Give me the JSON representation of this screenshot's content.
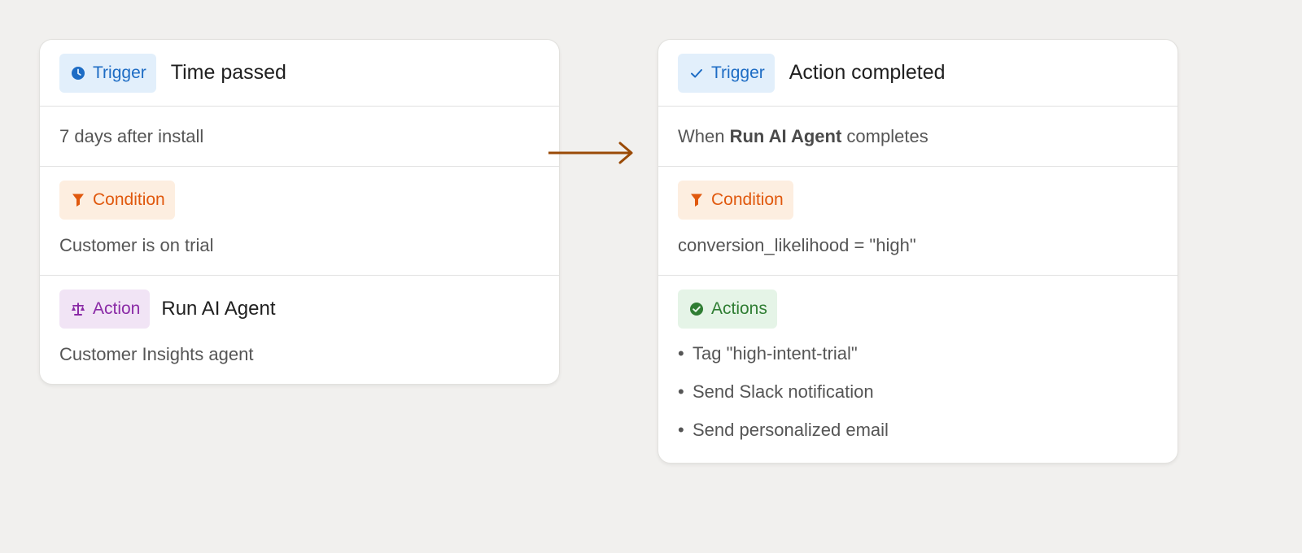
{
  "cards": [
    {
      "trigger": {
        "badge": "Trigger",
        "title": "Time passed",
        "icon": "clock-icon"
      },
      "description": {
        "text": "7 days after install"
      },
      "condition": {
        "badge": "Condition",
        "text": "Customer is on trial",
        "icon": "filter-icon"
      },
      "action": {
        "badge": "Action",
        "title": "Run AI Agent",
        "text": "Customer Insights agent",
        "icon": "agent-icon"
      }
    },
    {
      "trigger": {
        "badge": "Trigger",
        "title": "Action completed",
        "icon": "check-icon"
      },
      "description": {
        "prefix": "When",
        "bold": "Run AI Agent",
        "suffix": "completes"
      },
      "condition": {
        "badge": "Condition",
        "text": "conversion_likelihood = \"high\"",
        "icon": "filter-icon"
      },
      "actions": {
        "badge": "Actions",
        "icon": "check-circle-icon",
        "items": [
          "Tag \"high-intent-trial\"",
          "Send Slack notification",
          "Send personalized email"
        ]
      }
    }
  ],
  "colors": {
    "background": "#f1f0ee",
    "trigger": "#1d6cc4",
    "condition": "#e0580d",
    "action": "#8a2aa6",
    "actions": "#2f7d33",
    "connector": "#9a4a06"
  }
}
